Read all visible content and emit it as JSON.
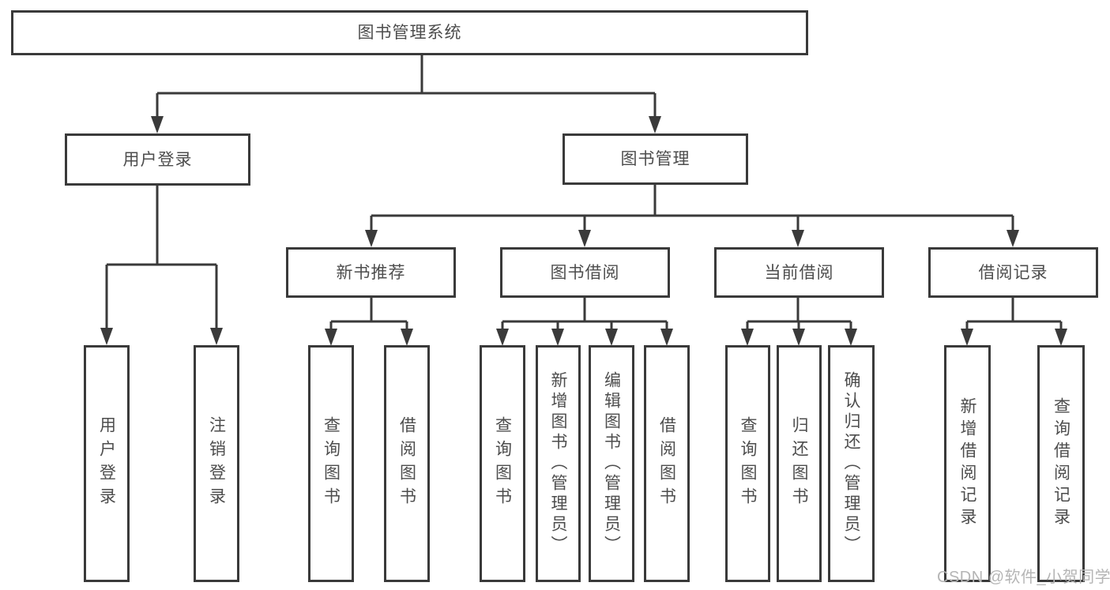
{
  "diagram": {
    "type": "tree",
    "title": "图书管理系统",
    "colors": {
      "line": "#3a3a3a",
      "box_border": "#3a3a3a",
      "text": "#4d4d4d",
      "background": "#ffffff",
      "watermark": "#b5b5b5"
    },
    "root": {
      "label": "图书管理系统"
    },
    "level1": [
      {
        "label": "用户登录"
      },
      {
        "label": "图书管理"
      }
    ],
    "level2": [
      {
        "label": "新书推荐",
        "parent": "图书管理"
      },
      {
        "label": "图书借阅",
        "parent": "图书管理"
      },
      {
        "label": "当前借阅",
        "parent": "图书管理"
      },
      {
        "label": "借阅记录",
        "parent": "图书管理"
      }
    ],
    "leaves": [
      {
        "label": "用户登录",
        "parent": "用户登录"
      },
      {
        "label": "注销登录",
        "parent": "用户登录"
      },
      {
        "label": "查询图书",
        "parent": "新书推荐"
      },
      {
        "label": "借阅图书",
        "parent": "新书推荐"
      },
      {
        "label": "查询图书",
        "parent": "图书借阅"
      },
      {
        "label": "新增图书（管理员）",
        "parent": "图书借阅"
      },
      {
        "label": "编辑图书（管理员）",
        "parent": "图书借阅"
      },
      {
        "label": "借阅图书",
        "parent": "图书借阅"
      },
      {
        "label": "查询图书",
        "parent": "当前借阅"
      },
      {
        "label": "归还图书",
        "parent": "当前借阅"
      },
      {
        "label": "确认归还（管理员）",
        "parent": "当前借阅"
      },
      {
        "label": "新增借阅记录",
        "parent": "借阅记录"
      },
      {
        "label": "查询借阅记录",
        "parent": "借阅记录"
      }
    ],
    "watermark": "CSDN @软件_小贺同学"
  }
}
